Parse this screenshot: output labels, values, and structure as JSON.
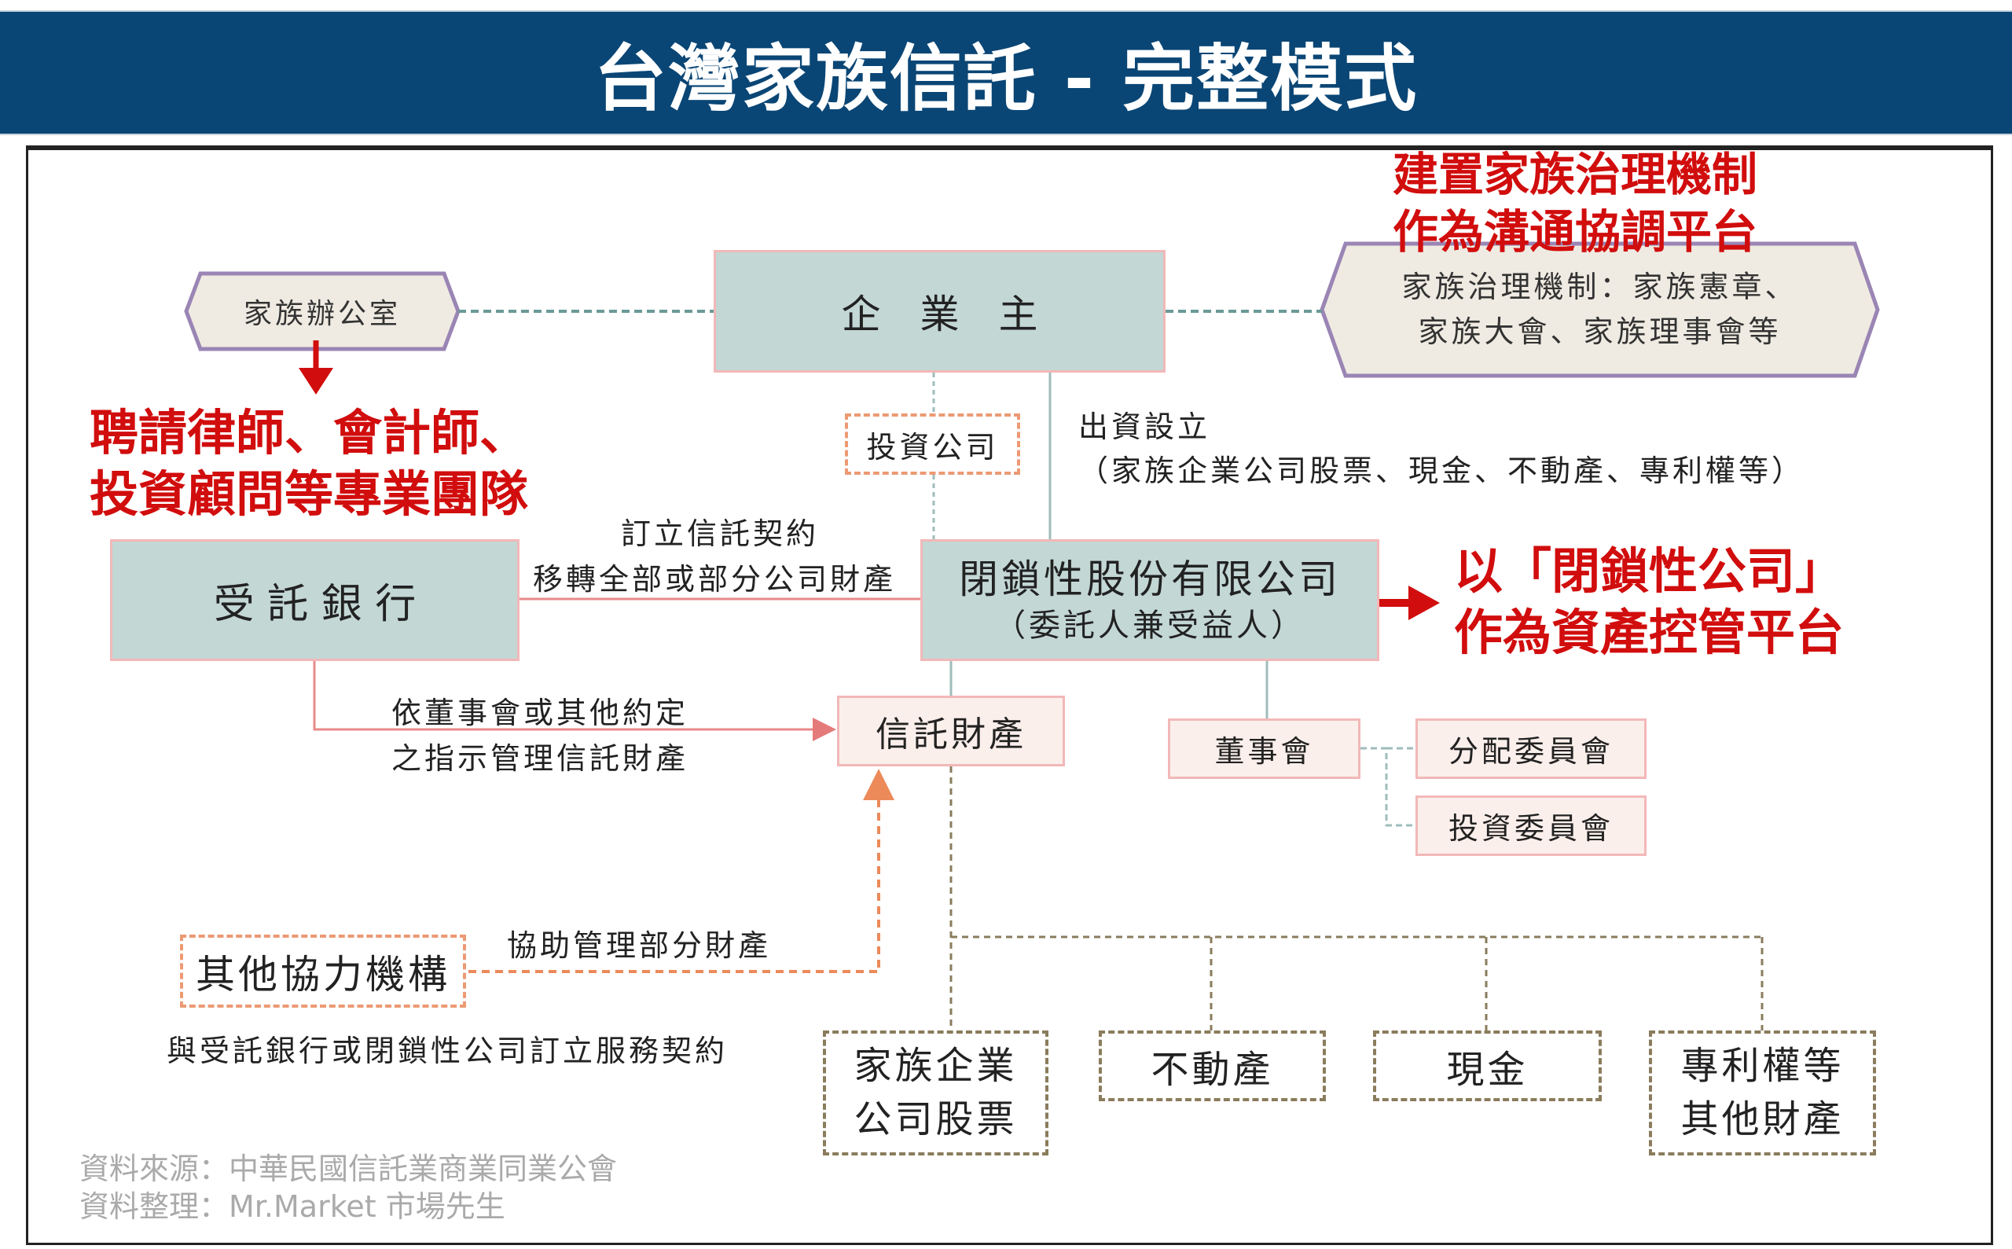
{
  "title": "台灣家族信託 - 完整模式",
  "nodes": {
    "family_office": "家族辦公室",
    "business_owner": "企　業　主",
    "governance_line1": "家族治理機制：家族憲章、",
    "governance_line2": "家族大會、家族理事會等",
    "investment_company": "投資公司",
    "trustee_bank": "受 託 銀 行",
    "closed_company_line1": "閉鎖性股份有限公司",
    "closed_company_line2": "（委託人兼受益人）",
    "trust_property": "信託財產",
    "board": "董事會",
    "distribution_committee": "分配委員會",
    "investment_committee": "投資委員會",
    "other_institutions": "其他協力機構",
    "assets": [
      {
        "line1": "家族企業",
        "line2": "公司股票"
      },
      {
        "line1": "不動產",
        "line2": ""
      },
      {
        "line1": "現金",
        "line2": ""
      },
      {
        "line1": "專利權等",
        "line2": "其他財產"
      }
    ]
  },
  "labels": {
    "funding_line1": "出資設立",
    "funding_line2": "（家族企業公司股票、現金、不動產、專利權等）",
    "contract_line1": "訂立信託契約",
    "contract_line2": "移轉全部或部分公司財產",
    "manage_line1": "依董事會或其他約定",
    "manage_line2": "之指示管理信託財產",
    "assist": "協助管理部分財產",
    "service_contract": "與受託銀行或閉鎖性公司訂立服務契約"
  },
  "annotations": {
    "governance_line1": "建置家族治理機制",
    "governance_line2": "作為溝通協調平台",
    "team_line1": "聘請律師、會計師、",
    "team_line2": "投資顧問等專業團隊",
    "holding_line1": "以「閉鎖性公司」",
    "holding_line2": "作為資產控管平台"
  },
  "source": {
    "line1": "資料來源：中華民國信託業商業同業公會",
    "line2": "資料整理：Mr.Market 市場先生"
  },
  "colors": {
    "header": "#0a4675",
    "accent_red": "#d10d0d"
  }
}
